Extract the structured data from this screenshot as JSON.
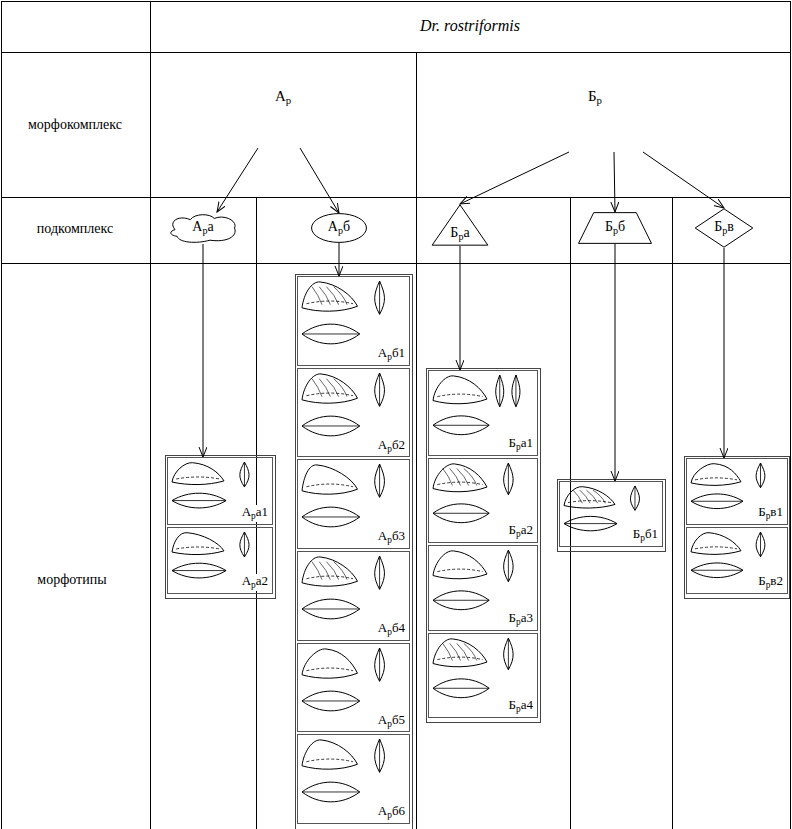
{
  "diagram": {
    "nodes": [
      {
        "text": [
          "Ар"
        ]
      },
      {
        "text": [
          "Бр"
        ]
      },
      {
        "text": [
          "Ара"
        ]
      },
      {
        "text": [
          "Арб"
        ]
      },
      {
        "text": [
          "Бра"
        ]
      },
      {
        "text": [
          "Брб"
        ]
      },
      {
        "text": [
          "Брв"
        ]
      },
      {
        "text": [
          "Ара1"
        ]
      },
      {
        "text": [
          "Ара2"
        ]
      },
      {
        "text": [
          "Арб1"
        ]
      },
      {
        "text": [
          "Арб2"
        ]
      },
      {
        "text": [
          "Арб3"
        ]
      },
      {
        "text": [
          "Арб4"
        ]
      },
      {
        "text": [
          "Арб5"
        ]
      },
      {
        "text": [
          "Арб6"
        ]
      },
      {
        "text": [
          "Бра1"
        ]
      },
      {
        "text": [
          "Бра2"
        ]
      },
      {
        "text": [
          "Бра3"
        ]
      },
      {
        "text": [
          "Бра4"
        ]
      },
      {
        "text": [
          "Брб1"
        ]
      },
      {
        "text": [
          "Брв1"
        ]
      },
      {
        "text": [
          "Брв2"
        ]
      }
    ],
    "edges": [
      {
        "from": 0,
        "to": 2,
        "arrow": "to"
      },
      {
        "from": 0,
        "to": 3,
        "arrow": "to"
      },
      {
        "from": 1,
        "to": 4,
        "arrow": "to"
      },
      {
        "from": 1,
        "to": 5,
        "arrow": "to"
      },
      {
        "from": 1,
        "to": 6,
        "arrow": "to"
      },
      {
        "from": 2,
        "to": 7,
        "arrow": "to"
      },
      {
        "from": 3,
        "to": 9,
        "arrow": "to"
      },
      {
        "from": 4,
        "to": 15,
        "arrow": "to"
      },
      {
        "from": 5,
        "to": 19,
        "arrow": "to"
      },
      {
        "from": 6,
        "to": 20,
        "arrow": "to"
      }
    ],
    "labels": [
      "Dr. rostriformis",
      "морфокомплекс",
      "подкомплекс",
      "морфотипы"
    ]
  }
}
